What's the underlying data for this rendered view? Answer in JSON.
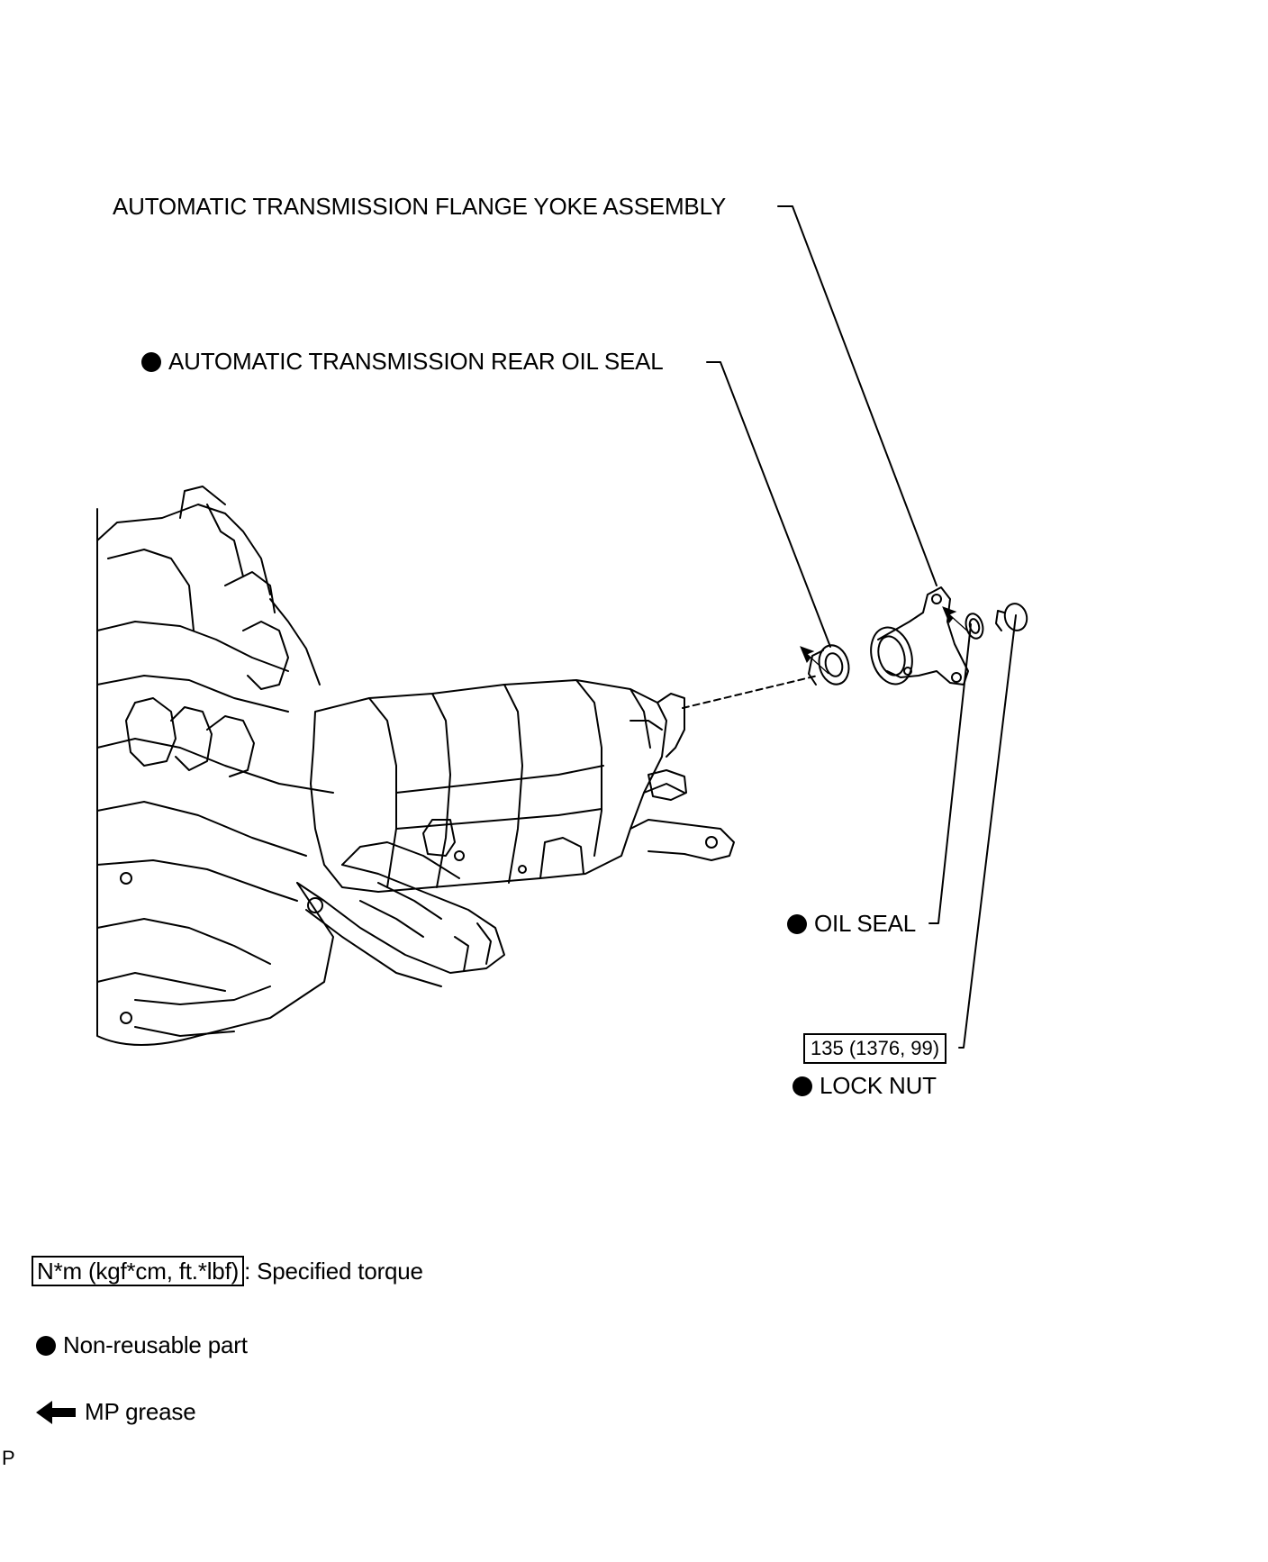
{
  "labels": {
    "flange_yoke": "AUTOMATIC TRANSMISSION FLANGE YOKE ASSEMBLY",
    "rear_oil_seal": "AUTOMATIC TRANSMISSION REAR OIL SEAL",
    "oil_seal": "OIL SEAL",
    "torque_value": "135 (1376, 99)",
    "lock_nut": "LOCK NUT"
  },
  "legend": {
    "torque_unit": "N*m (kgf*cm, ft.*lbf)",
    "torque_text": ": Specified torque",
    "non_reusable_text": "Non-reusable part",
    "grease_text": "MP grease"
  },
  "corner_mark": "P",
  "icons": {
    "non_reusable": "filled-circle-icon",
    "grease": "left-arrow-icon"
  }
}
